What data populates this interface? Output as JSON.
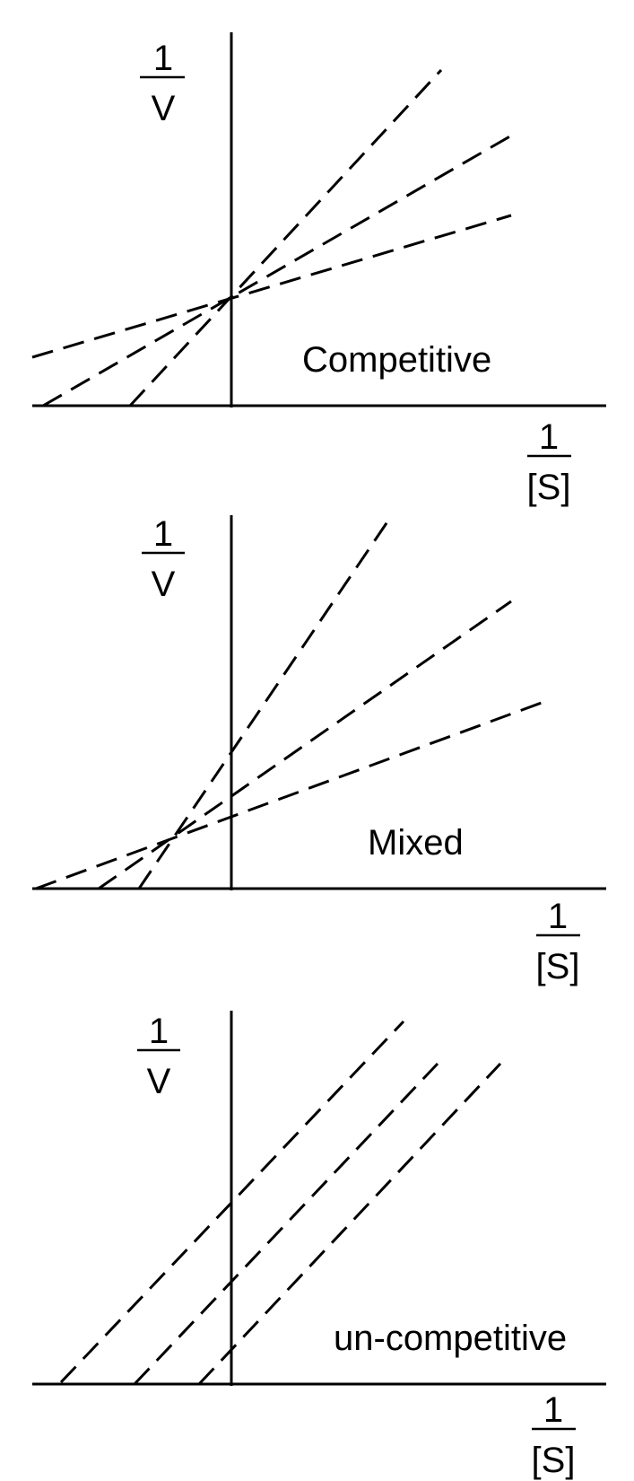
{
  "colors": {
    "ink": "#000000",
    "background": "#ffffff"
  },
  "panels": [
    {
      "title": "Competitive",
      "y_label_num": "1",
      "y_label_den": "V",
      "x_label_num": "1",
      "x_label_den": "[S]"
    },
    {
      "title": "Mixed",
      "y_label_num": "1",
      "y_label_den": "V",
      "x_label_num": "1",
      "x_label_den": "[S]"
    },
    {
      "title": "un-competitive",
      "y_label_num": "1",
      "y_label_den": "V",
      "x_label_num": "1",
      "x_label_den": "[S]"
    }
  ]
}
